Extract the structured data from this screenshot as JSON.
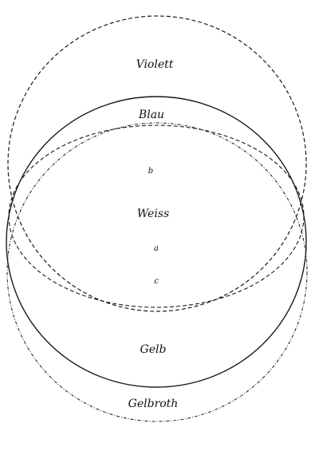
{
  "labels": {
    "violett": "Violett",
    "blau": "Blau",
    "b": "b",
    "weiss": "Weiss",
    "a": "a",
    "c": "c",
    "gelb": "Gelb",
    "gelbroth": "Gelbroth"
  },
  "line_color": "#1a1a1a"
}
